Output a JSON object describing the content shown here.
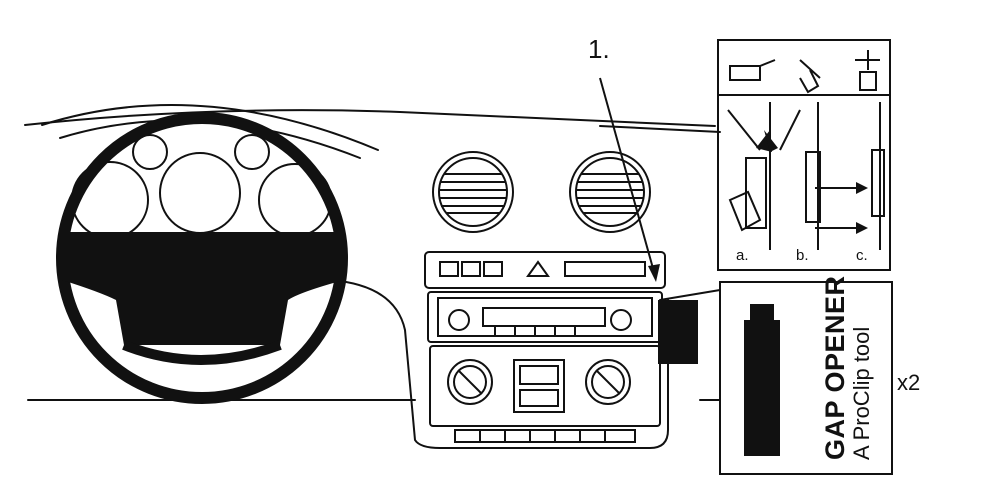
{
  "step_label": "1.",
  "detail_panel": {
    "labels": [
      "a.",
      "b.",
      "c."
    ]
  },
  "gap_opener": {
    "title": "GAP OPENER",
    "subtitle": "A ProClip tool",
    "quantity": "x2"
  }
}
